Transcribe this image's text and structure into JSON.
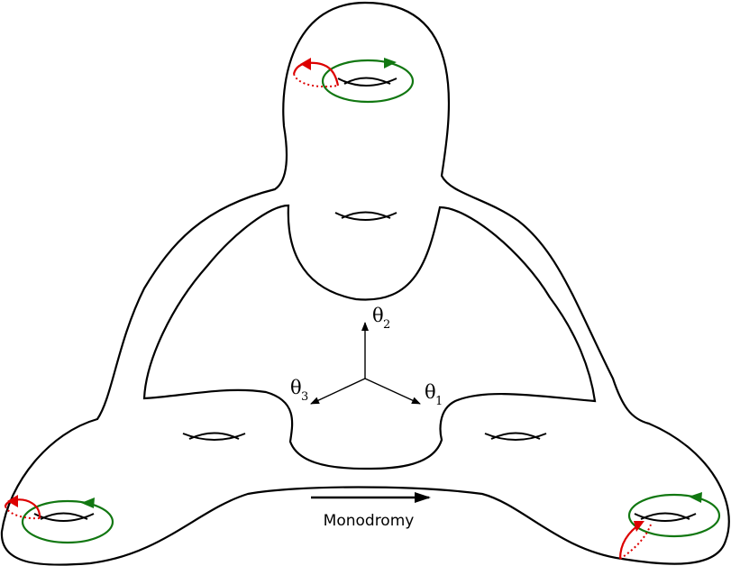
{
  "diagram": {
    "labels": {
      "theta1": {
        "symbol": "θ",
        "sub": "1"
      },
      "theta2": {
        "symbol": "θ",
        "sub": "2"
      },
      "theta3": {
        "symbol": "θ",
        "sub": "3"
      },
      "monodromy": "Monodromy"
    },
    "colors": {
      "outline": "#000000",
      "cycle_green": "#117711",
      "cycle_red": "#dd0000"
    }
  }
}
